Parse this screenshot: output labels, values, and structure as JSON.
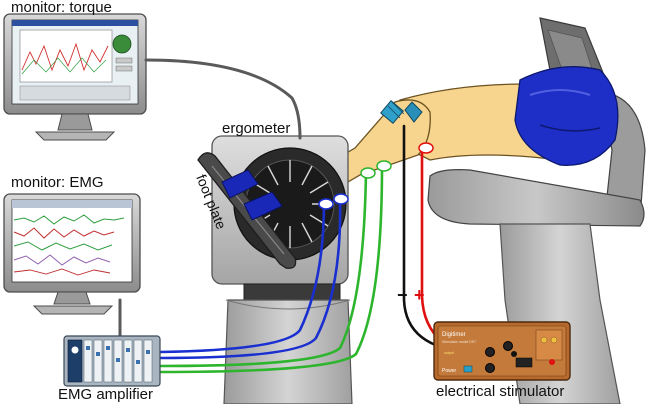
{
  "labels": {
    "monitor_torque": "monitor: torque",
    "monitor_emg": "monitor: EMG",
    "ergometer": "ergometer",
    "foot_plate": "foot plate",
    "emg_amplifier": "EMG amplifier",
    "electrical_stimulator": "electrical stimulator",
    "polarity_minus": "−",
    "polarity_plus": "+"
  },
  "stimulator": {
    "brand": "Digitimer",
    "model": "Stimulator model DS7",
    "power_label": "Power",
    "output_label": "output"
  },
  "colors": {
    "cable_blue": "#1a2fd0",
    "cable_green": "#2db52d",
    "cable_red": "#e01010",
    "cable_black": "#111111",
    "skin": "#f7d58f",
    "shorts": "#1d2fc6",
    "strap": "#1a28b8",
    "stimulator_body": "#b86a2c",
    "screen_bg": "#e8f0f4"
  }
}
